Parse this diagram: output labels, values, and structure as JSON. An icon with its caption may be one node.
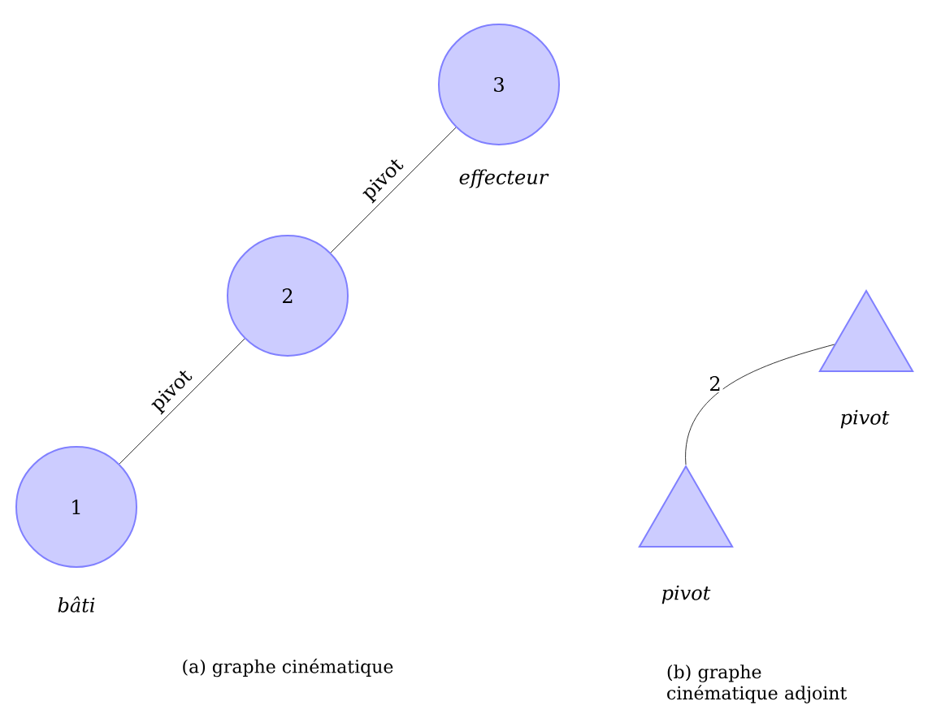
{
  "diagram": {
    "nodes": [
      {
        "text": [
          "1"
        ],
        "beside": [
          "*bâti*"
        ]
      },
      {
        "text": [
          "2"
        ]
      },
      {
        "text": [
          "3"
        ],
        "beside": [
          "*effecteur*"
        ]
      },
      {
        "text": [],
        "shape": "triangle",
        "beside": [
          "*pivot*"
        ]
      },
      {
        "text": [],
        "shape": "triangle",
        "beside": [
          "*pivot*"
        ]
      }
    ],
    "edges": [
      {
        "from": 0,
        "to": 1,
        "arrow": "none",
        "label": "pivot"
      },
      {
        "from": 1,
        "to": 2,
        "arrow": "none",
        "label": "pivot"
      },
      {
        "from": 4,
        "to": 3,
        "arrow": "none",
        "label": "2"
      }
    ],
    "labels": [
      "(a) graphe cinématique",
      "(b) graphe cinématique adjoint"
    ]
  }
}
